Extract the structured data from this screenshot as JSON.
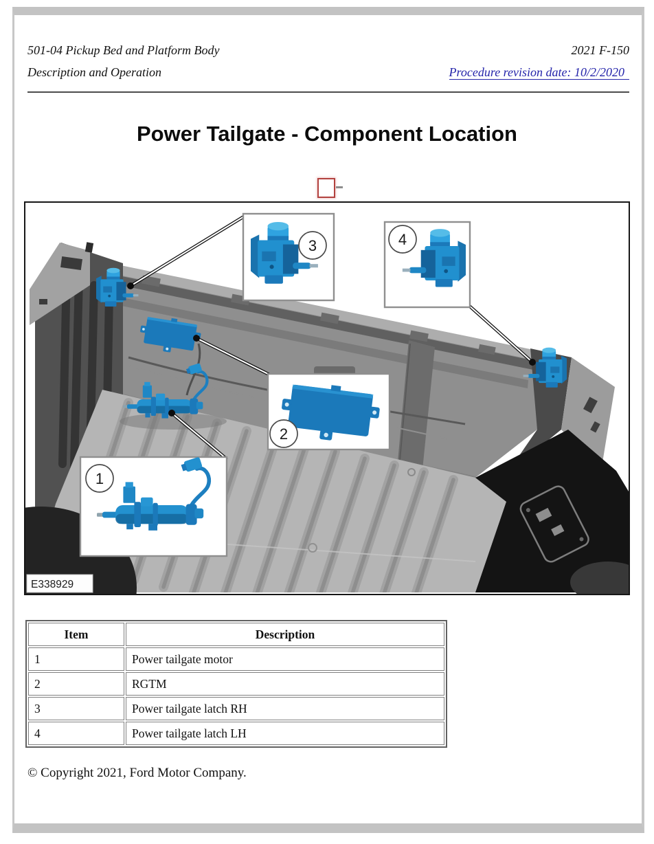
{
  "header": {
    "section": "501-04 Pickup Bed and Platform Body",
    "subsection": "Description and Operation",
    "vehicle": "2021 F-150",
    "revision_link": "Procedure revision date: 10/2/2020"
  },
  "title": "Power Tailgate - Component Location",
  "figure": {
    "label": "E338929",
    "callouts": [
      {
        "number": "1"
      },
      {
        "number": "2"
      },
      {
        "number": "3"
      },
      {
        "number": "4"
      }
    ]
  },
  "table": {
    "headers": [
      "Item",
      "Description"
    ],
    "rows": [
      [
        "1",
        "Power tailgate motor"
      ],
      [
        "2",
        "RGTM"
      ],
      [
        "3",
        "Power tailgate latch RH"
      ],
      [
        "4",
        "Power tailgate latch LH"
      ]
    ]
  },
  "footer": {
    "copyright": "© Copyright 2021, Ford Motor Company."
  },
  "colors": {
    "highlight_blue": "#1f87c5",
    "link_blue": "#2424aa",
    "frame_gray": "#c3c3c3",
    "figure_border": "#161616"
  }
}
